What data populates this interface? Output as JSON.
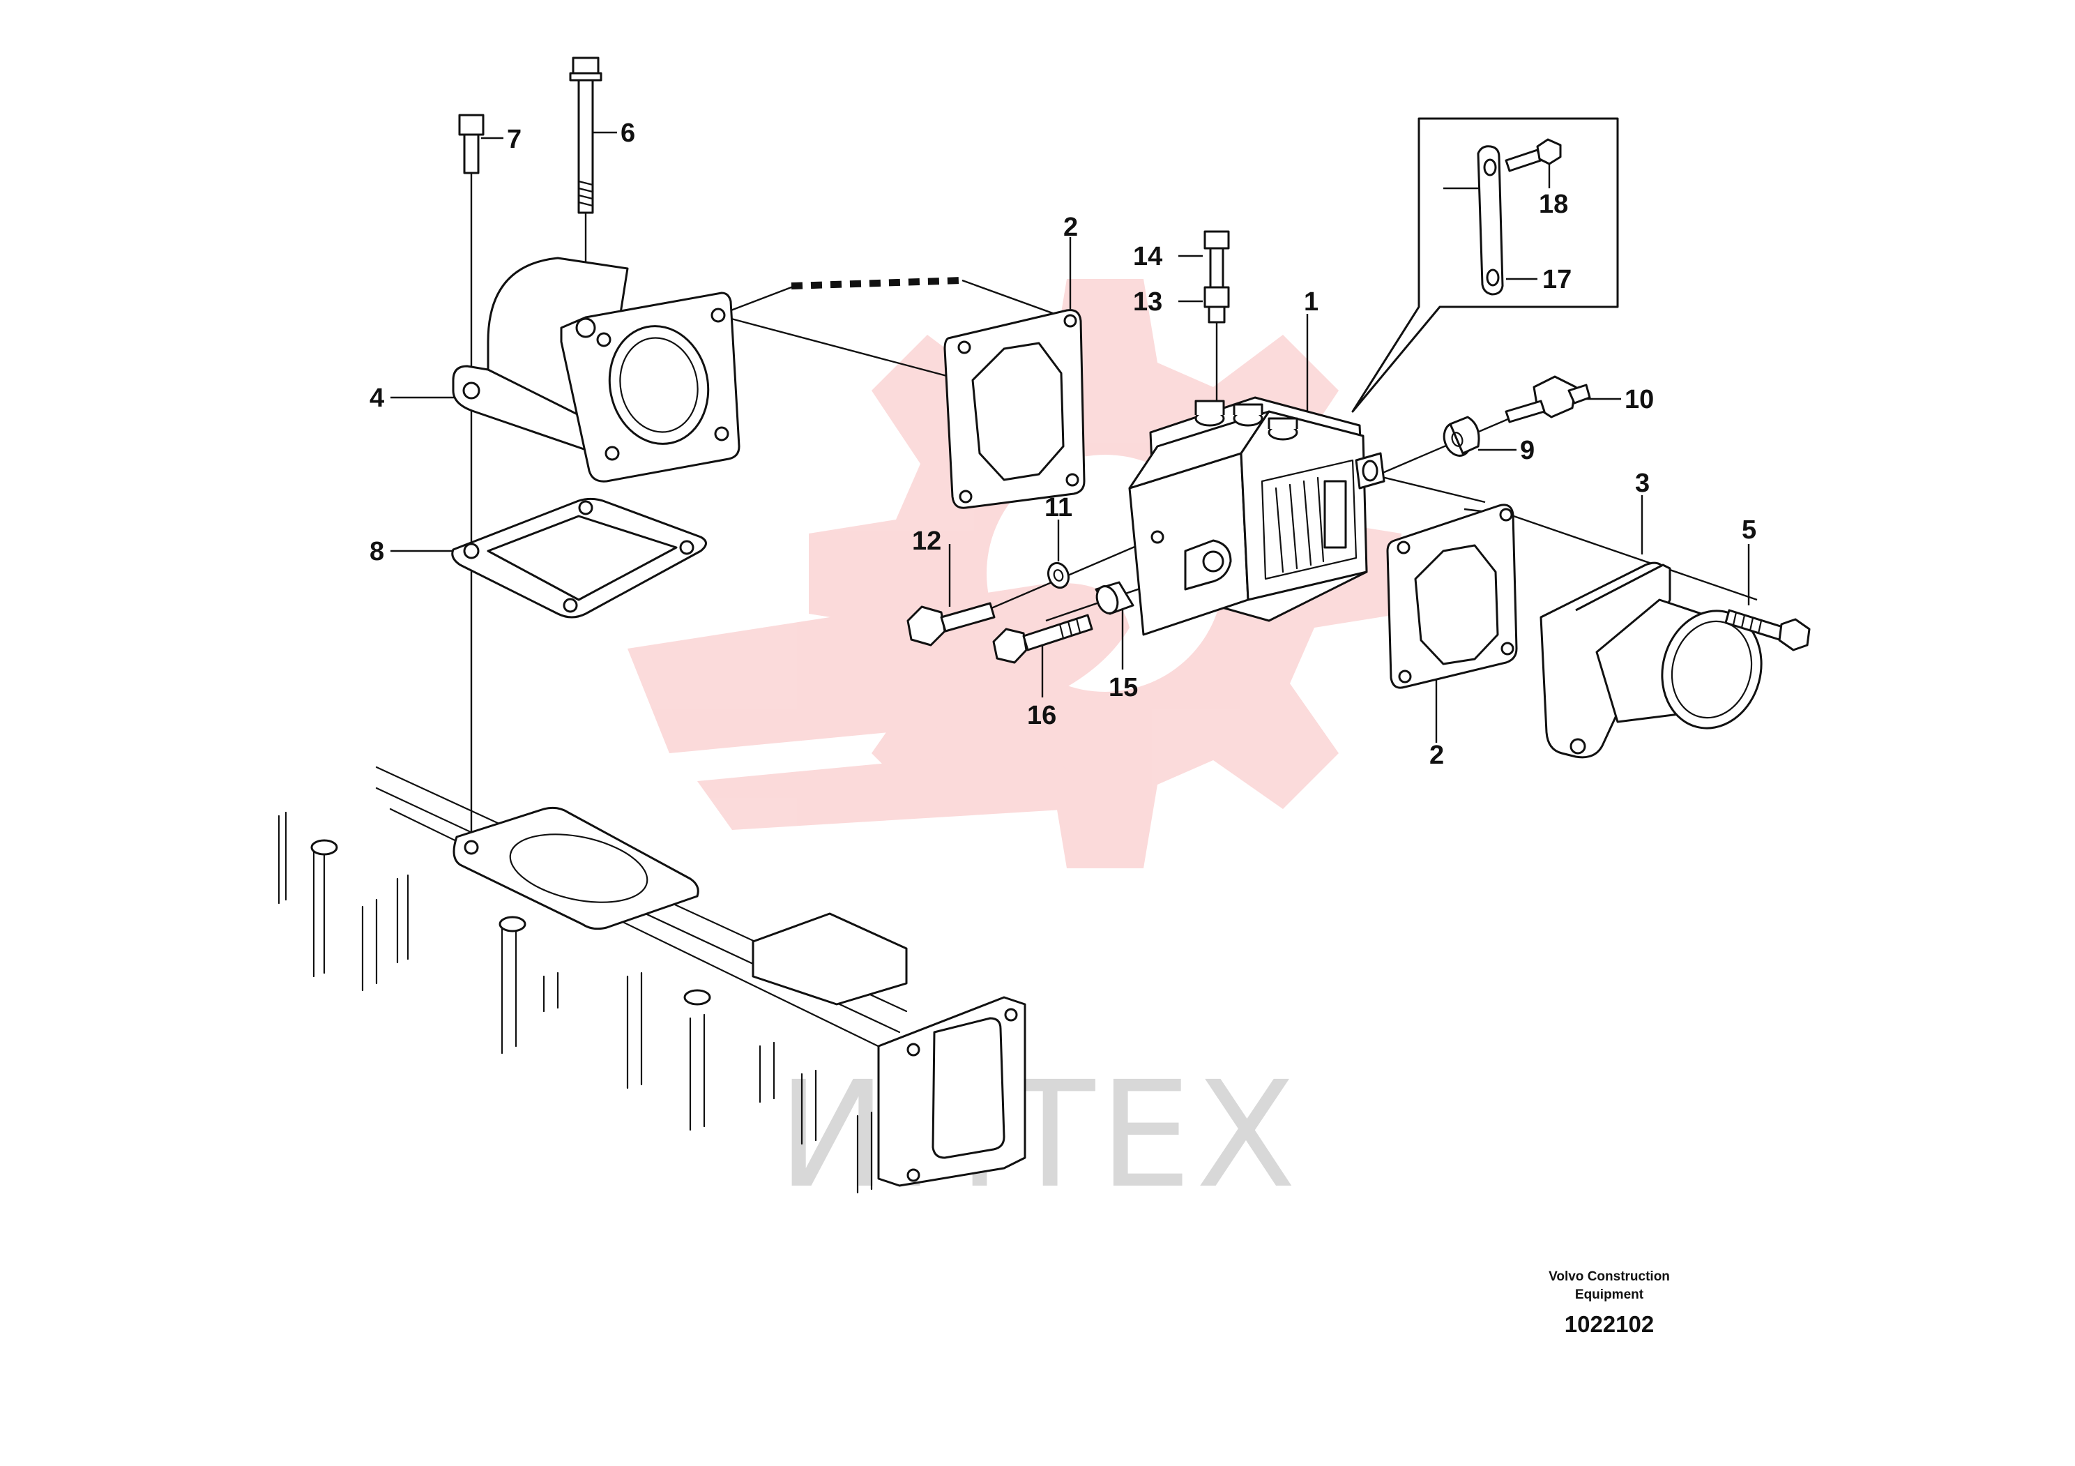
{
  "callouts": {
    "c1": "1",
    "c2a": "2",
    "c2b": "2",
    "c3": "3",
    "c4": "4",
    "c5": "5",
    "c6": "6",
    "c7": "7",
    "c8": "8",
    "c9": "9",
    "c10": "10",
    "c11": "11",
    "c12": "12",
    "c13": "13",
    "c14": "14",
    "c15": "15",
    "c16": "16",
    "c17": "17",
    "c18": "18"
  },
  "credit": {
    "line1": "Volvo Construction",
    "line2": "Equipment",
    "doc_number": "1022102"
  },
  "watermark": {
    "text": "ИНТЕХ",
    "color": "#e8282b"
  }
}
